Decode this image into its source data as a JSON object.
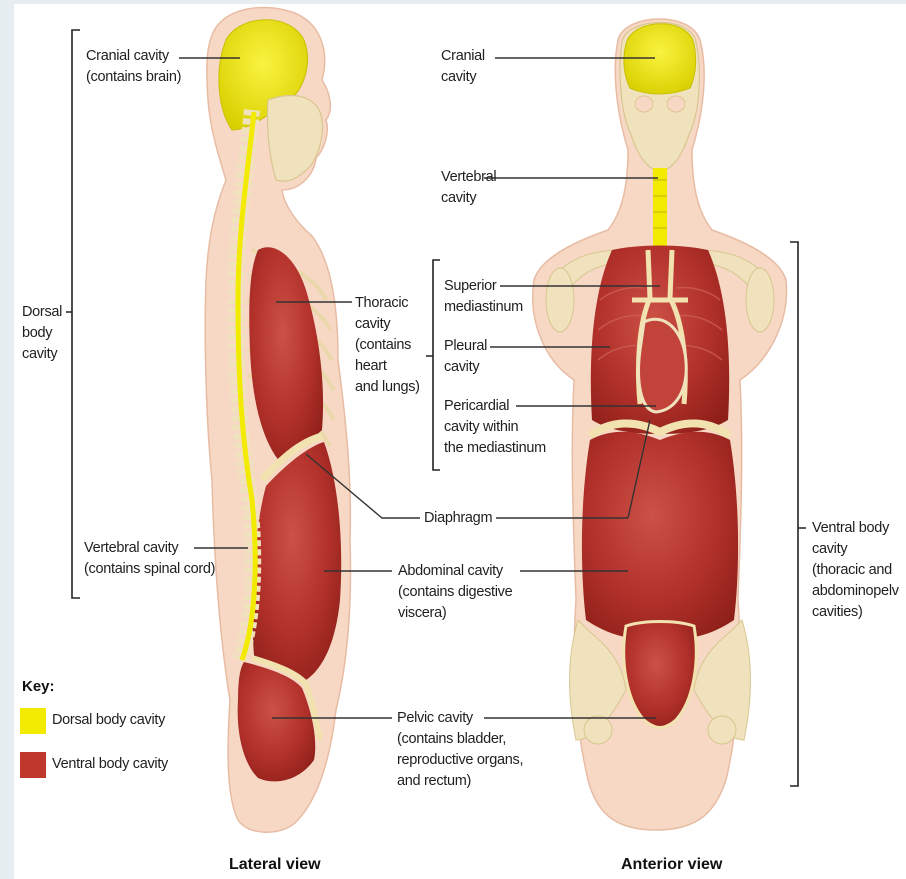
{
  "colors": {
    "dorsal": "#f2ea00",
    "ventral": "#c0372c",
    "skin": "#f6d8c4",
    "bone": "#f4e8c0"
  },
  "labels": {
    "cranial_left_1": "Cranial cavity",
    "cranial_left_2": "(contains brain)",
    "dorsal_1": "Dorsal",
    "dorsal_2": "body",
    "dorsal_3": "cavity",
    "vertebral_left_1": "Vertebral cavity",
    "vertebral_left_2": "(contains spinal cord)",
    "cranial_right_1": "Cranial",
    "cranial_right_2": "cavity",
    "vertebral_right_1": "Vertebral",
    "vertebral_right_2": "cavity",
    "thoracic_1": "Thoracic",
    "thoracic_2": "cavity",
    "thoracic_3": "(contains",
    "thoracic_4": "heart",
    "thoracic_5": "and lungs)",
    "superior_1": "Superior",
    "superior_2": "mediastinum",
    "pleural_1": "Pleural",
    "pleural_2": "cavity",
    "pericardial_1": "Pericardial",
    "pericardial_2": "cavity within",
    "pericardial_3": "the mediastinum",
    "diaphragm": "Diaphragm",
    "abdominal_1": "Abdominal cavity",
    "abdominal_2": "(contains digestive",
    "abdominal_3": "viscera)",
    "pelvic_1": "Pelvic cavity",
    "pelvic_2": "(contains bladder,",
    "pelvic_3": "reproductive organs,",
    "pelvic_4": "and rectum)",
    "ventral_1": "Ventral body",
    "ventral_2": "cavity",
    "ventral_3": "(thoracic and",
    "ventral_4": "abdominopelv",
    "ventral_5": "cavities)"
  },
  "key": {
    "title": "Key:",
    "dorsal_label": "Dorsal body cavity",
    "ventral_label": "Ventral body cavity"
  },
  "captions": {
    "lateral": "Lateral view",
    "anterior": "Anterior view"
  }
}
